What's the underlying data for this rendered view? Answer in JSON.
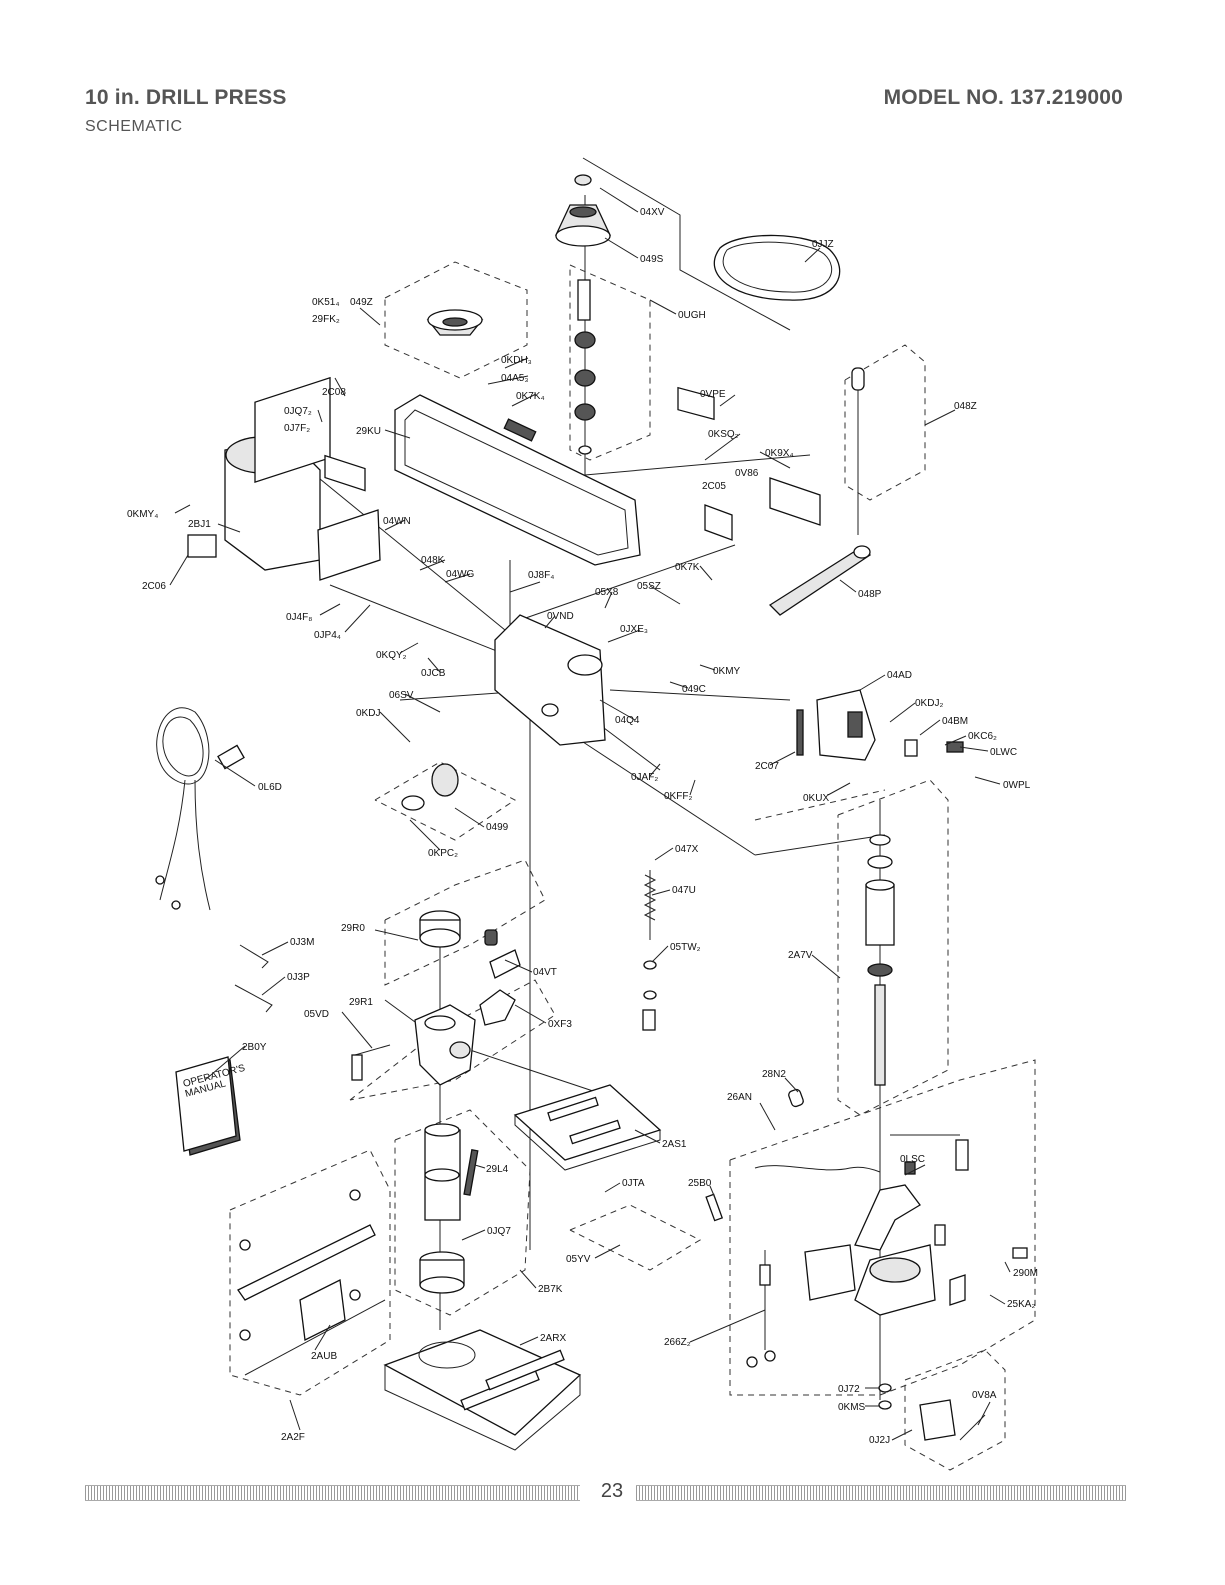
{
  "header": {
    "title": "10 in. DRILL PRESS",
    "subtitle": "SCHEMATIC",
    "model": "MODEL NO. 137.219000"
  },
  "footer": {
    "page_number": "23"
  },
  "parts": [
    {
      "id": "04XV",
      "label": "04XV"
    },
    {
      "id": "049S",
      "label": "049S"
    },
    {
      "id": "0JJZ",
      "label": "0JJZ"
    },
    {
      "id": "0UGH",
      "label": "0UGH"
    },
    {
      "id": "0K514",
      "label": "0K51₄"
    },
    {
      "id": "049Z",
      "label": "049Z"
    },
    {
      "id": "29FK2",
      "label": "29FK₂"
    },
    {
      "id": "0KDH3",
      "label": "0KDH₃"
    },
    {
      "id": "04A53",
      "label": "04A5₃"
    },
    {
      "id": "0K7K4",
      "label": "0K7K₄"
    },
    {
      "id": "2C08",
      "label": "2C08"
    },
    {
      "id": "0JQ72",
      "label": "0JQ7₂"
    },
    {
      "id": "0J7F2",
      "label": "0J7F₂"
    },
    {
      "id": "29KU",
      "label": "29KU"
    },
    {
      "id": "0VPE",
      "label": "0VPE"
    },
    {
      "id": "0KSQ2",
      "label": "0KSQ₂"
    },
    {
      "id": "0K9X4",
      "label": "0K9X₄"
    },
    {
      "id": "0V86",
      "label": "0V86"
    },
    {
      "id": "2C05",
      "label": "2C05"
    },
    {
      "id": "048Z",
      "label": "048Z"
    },
    {
      "id": "0KMY4",
      "label": "0KMY₄"
    },
    {
      "id": "2BJ1",
      "label": "2BJ1"
    },
    {
      "id": "04WN",
      "label": "04WN"
    },
    {
      "id": "2C06",
      "label": "2C06"
    },
    {
      "id": "048K",
      "label": "048K"
    },
    {
      "id": "04WG",
      "label": "04WG"
    },
    {
      "id": "0J8F4",
      "label": "0J8F₄"
    },
    {
      "id": "0K7K",
      "label": "0K7K"
    },
    {
      "id": "05X8",
      "label": "05X8"
    },
    {
      "id": "05SZ",
      "label": "05SZ"
    },
    {
      "id": "048P",
      "label": "048P"
    },
    {
      "id": "0J4F8",
      "label": "0J4F₈"
    },
    {
      "id": "0JP44",
      "label": "0JP4₄"
    },
    {
      "id": "0VND",
      "label": "0VND"
    },
    {
      "id": "0JXE3",
      "label": "0JXE₃"
    },
    {
      "id": "0KQY2",
      "label": "0KQY₂"
    },
    {
      "id": "0JCB",
      "label": "0JCB"
    },
    {
      "id": "0KMY",
      "label": "0KMY"
    },
    {
      "id": "049C",
      "label": "049C"
    },
    {
      "id": "04AD",
      "label": "04AD"
    },
    {
      "id": "06SV",
      "label": "06SV"
    },
    {
      "id": "0KDJ",
      "label": "0KDJ"
    },
    {
      "id": "04Q4",
      "label": "04Q4"
    },
    {
      "id": "0KDJ2",
      "label": "0KDJ₂"
    },
    {
      "id": "04BM",
      "label": "04BM"
    },
    {
      "id": "0KC62",
      "label": "0KC6₂"
    },
    {
      "id": "0LWC",
      "label": "0LWC"
    },
    {
      "id": "0WPL",
      "label": "0WPL"
    },
    {
      "id": "2C07",
      "label": "2C07"
    },
    {
      "id": "0JAF2",
      "label": "0JAF₂"
    },
    {
      "id": "0KFF2",
      "label": "0KFF₂"
    },
    {
      "id": "0KUX",
      "label": "0KUX"
    },
    {
      "id": "0L6D",
      "label": "0L6D"
    },
    {
      "id": "0499",
      "label": "0499"
    },
    {
      "id": "0KPC2",
      "label": "0KPC₂"
    },
    {
      "id": "047X",
      "label": "047X"
    },
    {
      "id": "047U",
      "label": "047U"
    },
    {
      "id": "05TW2",
      "label": "05TW₂"
    },
    {
      "id": "29R0",
      "label": "29R0"
    },
    {
      "id": "0J3M",
      "label": "0J3M"
    },
    {
      "id": "0J3P",
      "label": "0J3P"
    },
    {
      "id": "04VT",
      "label": "04VT"
    },
    {
      "id": "2A7V",
      "label": "2A7V"
    },
    {
      "id": "29R1",
      "label": "29R1"
    },
    {
      "id": "05VD",
      "label": "05VD"
    },
    {
      "id": "0XF3",
      "label": "0XF3"
    },
    {
      "id": "2B0Y",
      "label": "2B0Y"
    },
    {
      "id": "28N2",
      "label": "28N2"
    },
    {
      "id": "26AN",
      "label": "26AN"
    },
    {
      "id": "2AS1",
      "label": "2AS1"
    },
    {
      "id": "29L4",
      "label": "29L4"
    },
    {
      "id": "0LSC",
      "label": "0LSC"
    },
    {
      "id": "0JTA",
      "label": "0JTA"
    },
    {
      "id": "25B0",
      "label": "25B0"
    },
    {
      "id": "0JQ7_2",
      "label": "0JQ7"
    },
    {
      "id": "05YV",
      "label": "05YV"
    },
    {
      "id": "2B7K",
      "label": "2B7K"
    },
    {
      "id": "290M",
      "label": "290M"
    },
    {
      "id": "25KA2",
      "label": "25KA₂"
    },
    {
      "id": "2ARX",
      "label": "2ARX"
    },
    {
      "id": "266Z2",
      "label": "266Z₂"
    },
    {
      "id": "2AUB",
      "label": "2AUB"
    },
    {
      "id": "0J72",
      "label": "0J72"
    },
    {
      "id": "0KMS",
      "label": "0KMS"
    },
    {
      "id": "0V8A",
      "label": "0V8A"
    },
    {
      "id": "2A2F",
      "label": "2A2F"
    },
    {
      "id": "0J2J",
      "label": "0J2J"
    }
  ],
  "manual_cover": {
    "line1": "OPERATOR'S",
    "line2": "MANUAL"
  }
}
